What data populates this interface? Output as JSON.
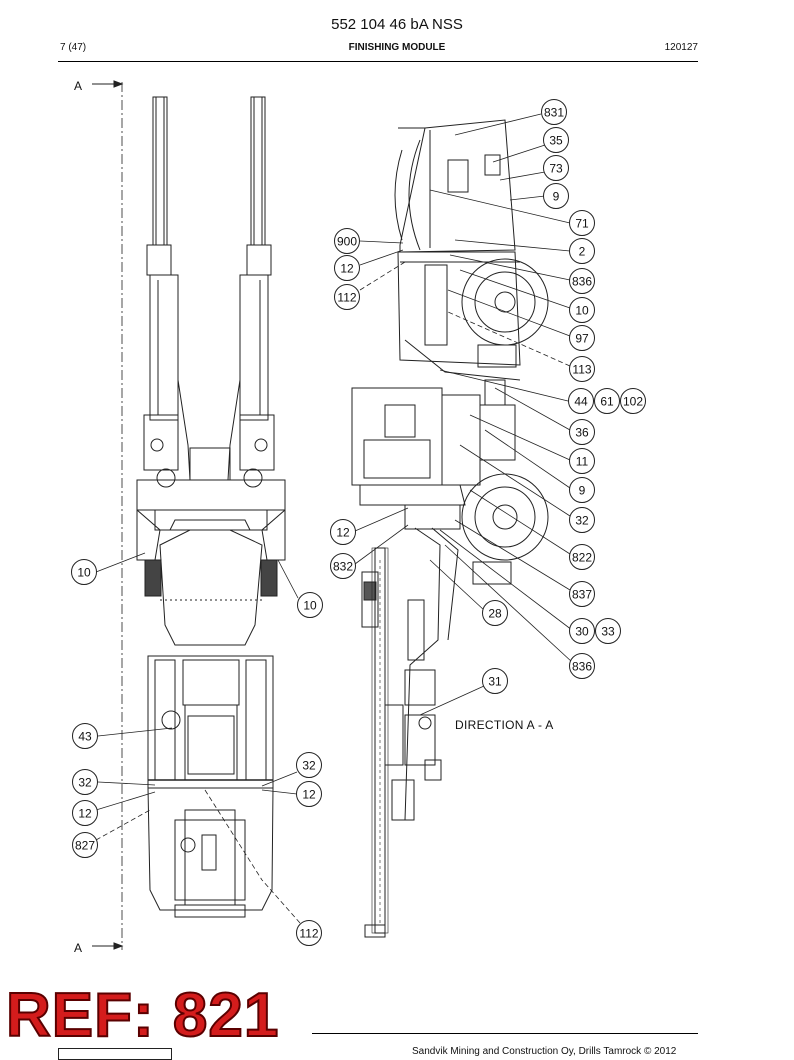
{
  "header": {
    "doc_title": "552 104 46 bA NSS",
    "page": "7 (47)",
    "section": "FINISHING MODULE",
    "date": "120127"
  },
  "section_marks": {
    "top": "A",
    "bottom": "A"
  },
  "view_label": "DIRECTION  A - A",
  "ref_stamp": "REF: 821",
  "footer_text": "Sandvik Mining and Construction Oy, Drills Tamrock © 2012",
  "callouts_top_view": [
    "10",
    "10",
    "43",
    "32",
    "12",
    "827",
    "32",
    "12",
    "112"
  ],
  "callouts_side_view": [
    "831",
    "35",
    "73",
    "9",
    "71",
    "900",
    "2",
    "12",
    "836",
    "112",
    "10",
    "97",
    "113",
    "44",
    "61",
    "102",
    "36",
    "11",
    "9",
    "32",
    "12",
    "822",
    "832",
    "837",
    "28",
    "30",
    "33",
    "836",
    "31"
  ]
}
